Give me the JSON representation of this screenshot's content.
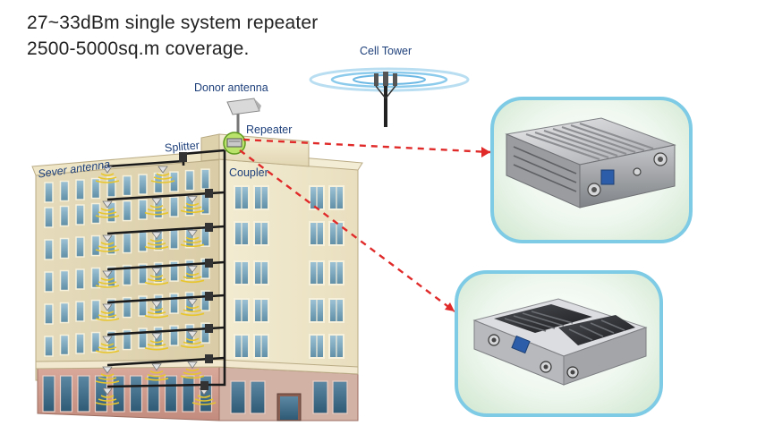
{
  "headline": {
    "line1": "27~33dBm single system repeater",
    "line2": "2500-5000sq.m coverage."
  },
  "labels": {
    "cell_tower": "Cell Tower",
    "donor_antenna": "Donor antenna",
    "repeater": "Repeater",
    "splitter": "Splitter",
    "server_antenna": "Sever antenna",
    "coupler": "Coupler"
  },
  "colors": {
    "panel_border": "#7ecbe6",
    "callout_line": "#e02a2a",
    "label_text": "#1d3f7a",
    "cable": "#1a1a1a",
    "signal_wave": "#e8c62c"
  },
  "icons": [
    "cell-tower-icon",
    "donor-antenna-icon",
    "repeater-icon",
    "splitter-icon",
    "coupler-icon",
    "server-antenna-icon"
  ]
}
